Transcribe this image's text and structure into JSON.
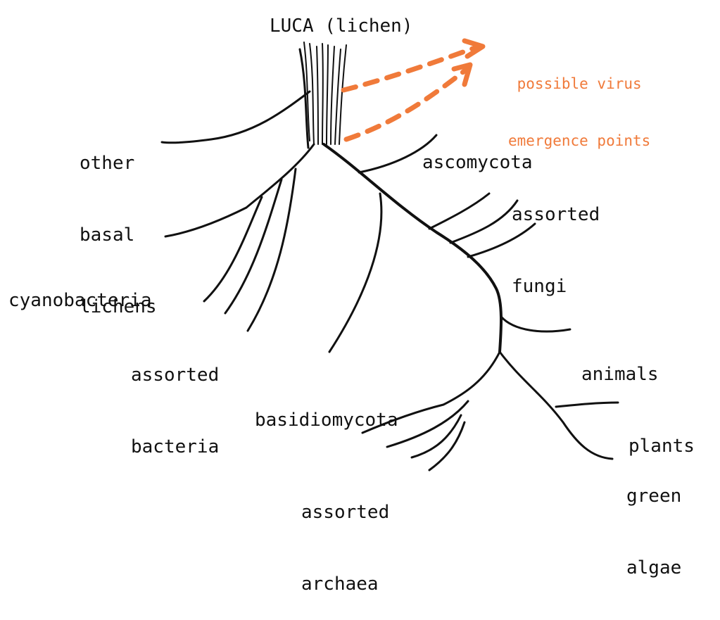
{
  "title": "LUCA (lichen)",
  "annotation": {
    "lines": [
      "possible virus",
      "emergence points"
    ],
    "color": "#f07a3a"
  },
  "branch_color": "#111111",
  "labels": {
    "other_basal_lichens": [
      "other",
      "basal",
      "lichens"
    ],
    "ascomycota": [
      "ascomycota"
    ],
    "assorted_fungi": [
      "assorted",
      "fungi"
    ],
    "cyanobacteria": [
      "cyanobacteria"
    ],
    "assorted_bacteria": [
      "assorted",
      "bacteria"
    ],
    "basidiomycota": [
      "basidiomycota"
    ],
    "animals": [
      "animals"
    ],
    "plants": [
      "plants"
    ],
    "green_algae": [
      "green",
      "algae"
    ],
    "assorted_archaea": [
      "assorted",
      "archaea"
    ]
  }
}
